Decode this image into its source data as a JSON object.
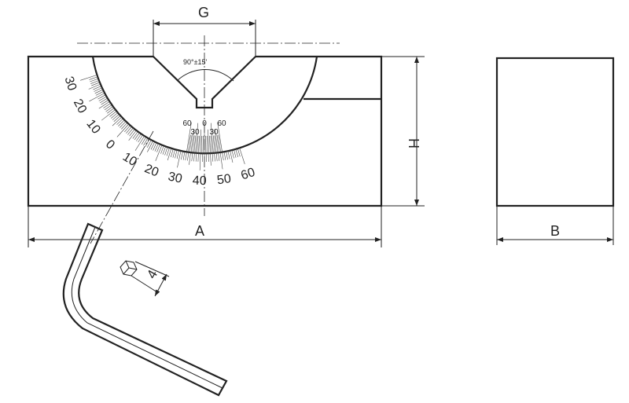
{
  "dimensions": {
    "G": "G",
    "H": "H",
    "A": "A",
    "B": "B",
    "hex_size": "4",
    "angle": "90°±15'"
  },
  "main_scale": {
    "labels": [
      "30",
      "20",
      "10",
      "0",
      "10",
      "20",
      "30",
      "40",
      "50",
      "60"
    ],
    "values": [
      -30,
      -20,
      -10,
      0,
      10,
      20,
      30,
      40,
      50,
      60
    ]
  },
  "vernier_scale": {
    "outer_labels": [
      "60",
      "0",
      "60"
    ],
    "inner_labels": [
      "30",
      "30"
    ]
  }
}
